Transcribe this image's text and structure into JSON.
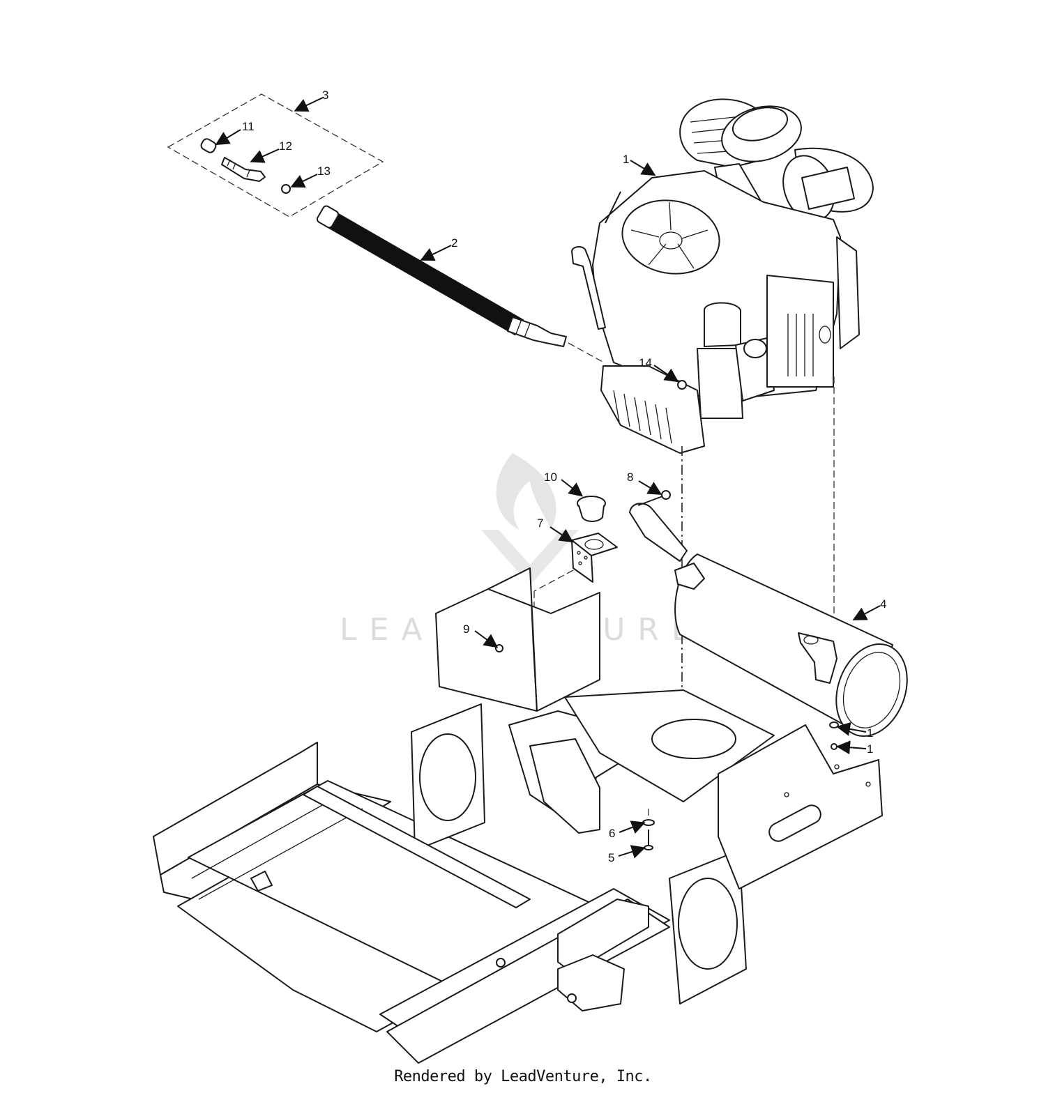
{
  "footer": "Rendered by LeadVenture, Inc.",
  "watermark": "LEADVENTURE",
  "callouts": {
    "c1a": "1",
    "c1b": "1",
    "c1c": "1",
    "c2": "2",
    "c3": "3",
    "c4": "4",
    "c5": "5",
    "c6": "6",
    "c7": "7",
    "c8": "8",
    "c9": "9",
    "c10": "10",
    "c11": "11",
    "c12": "12",
    "c13": "13",
    "c14": "14"
  }
}
